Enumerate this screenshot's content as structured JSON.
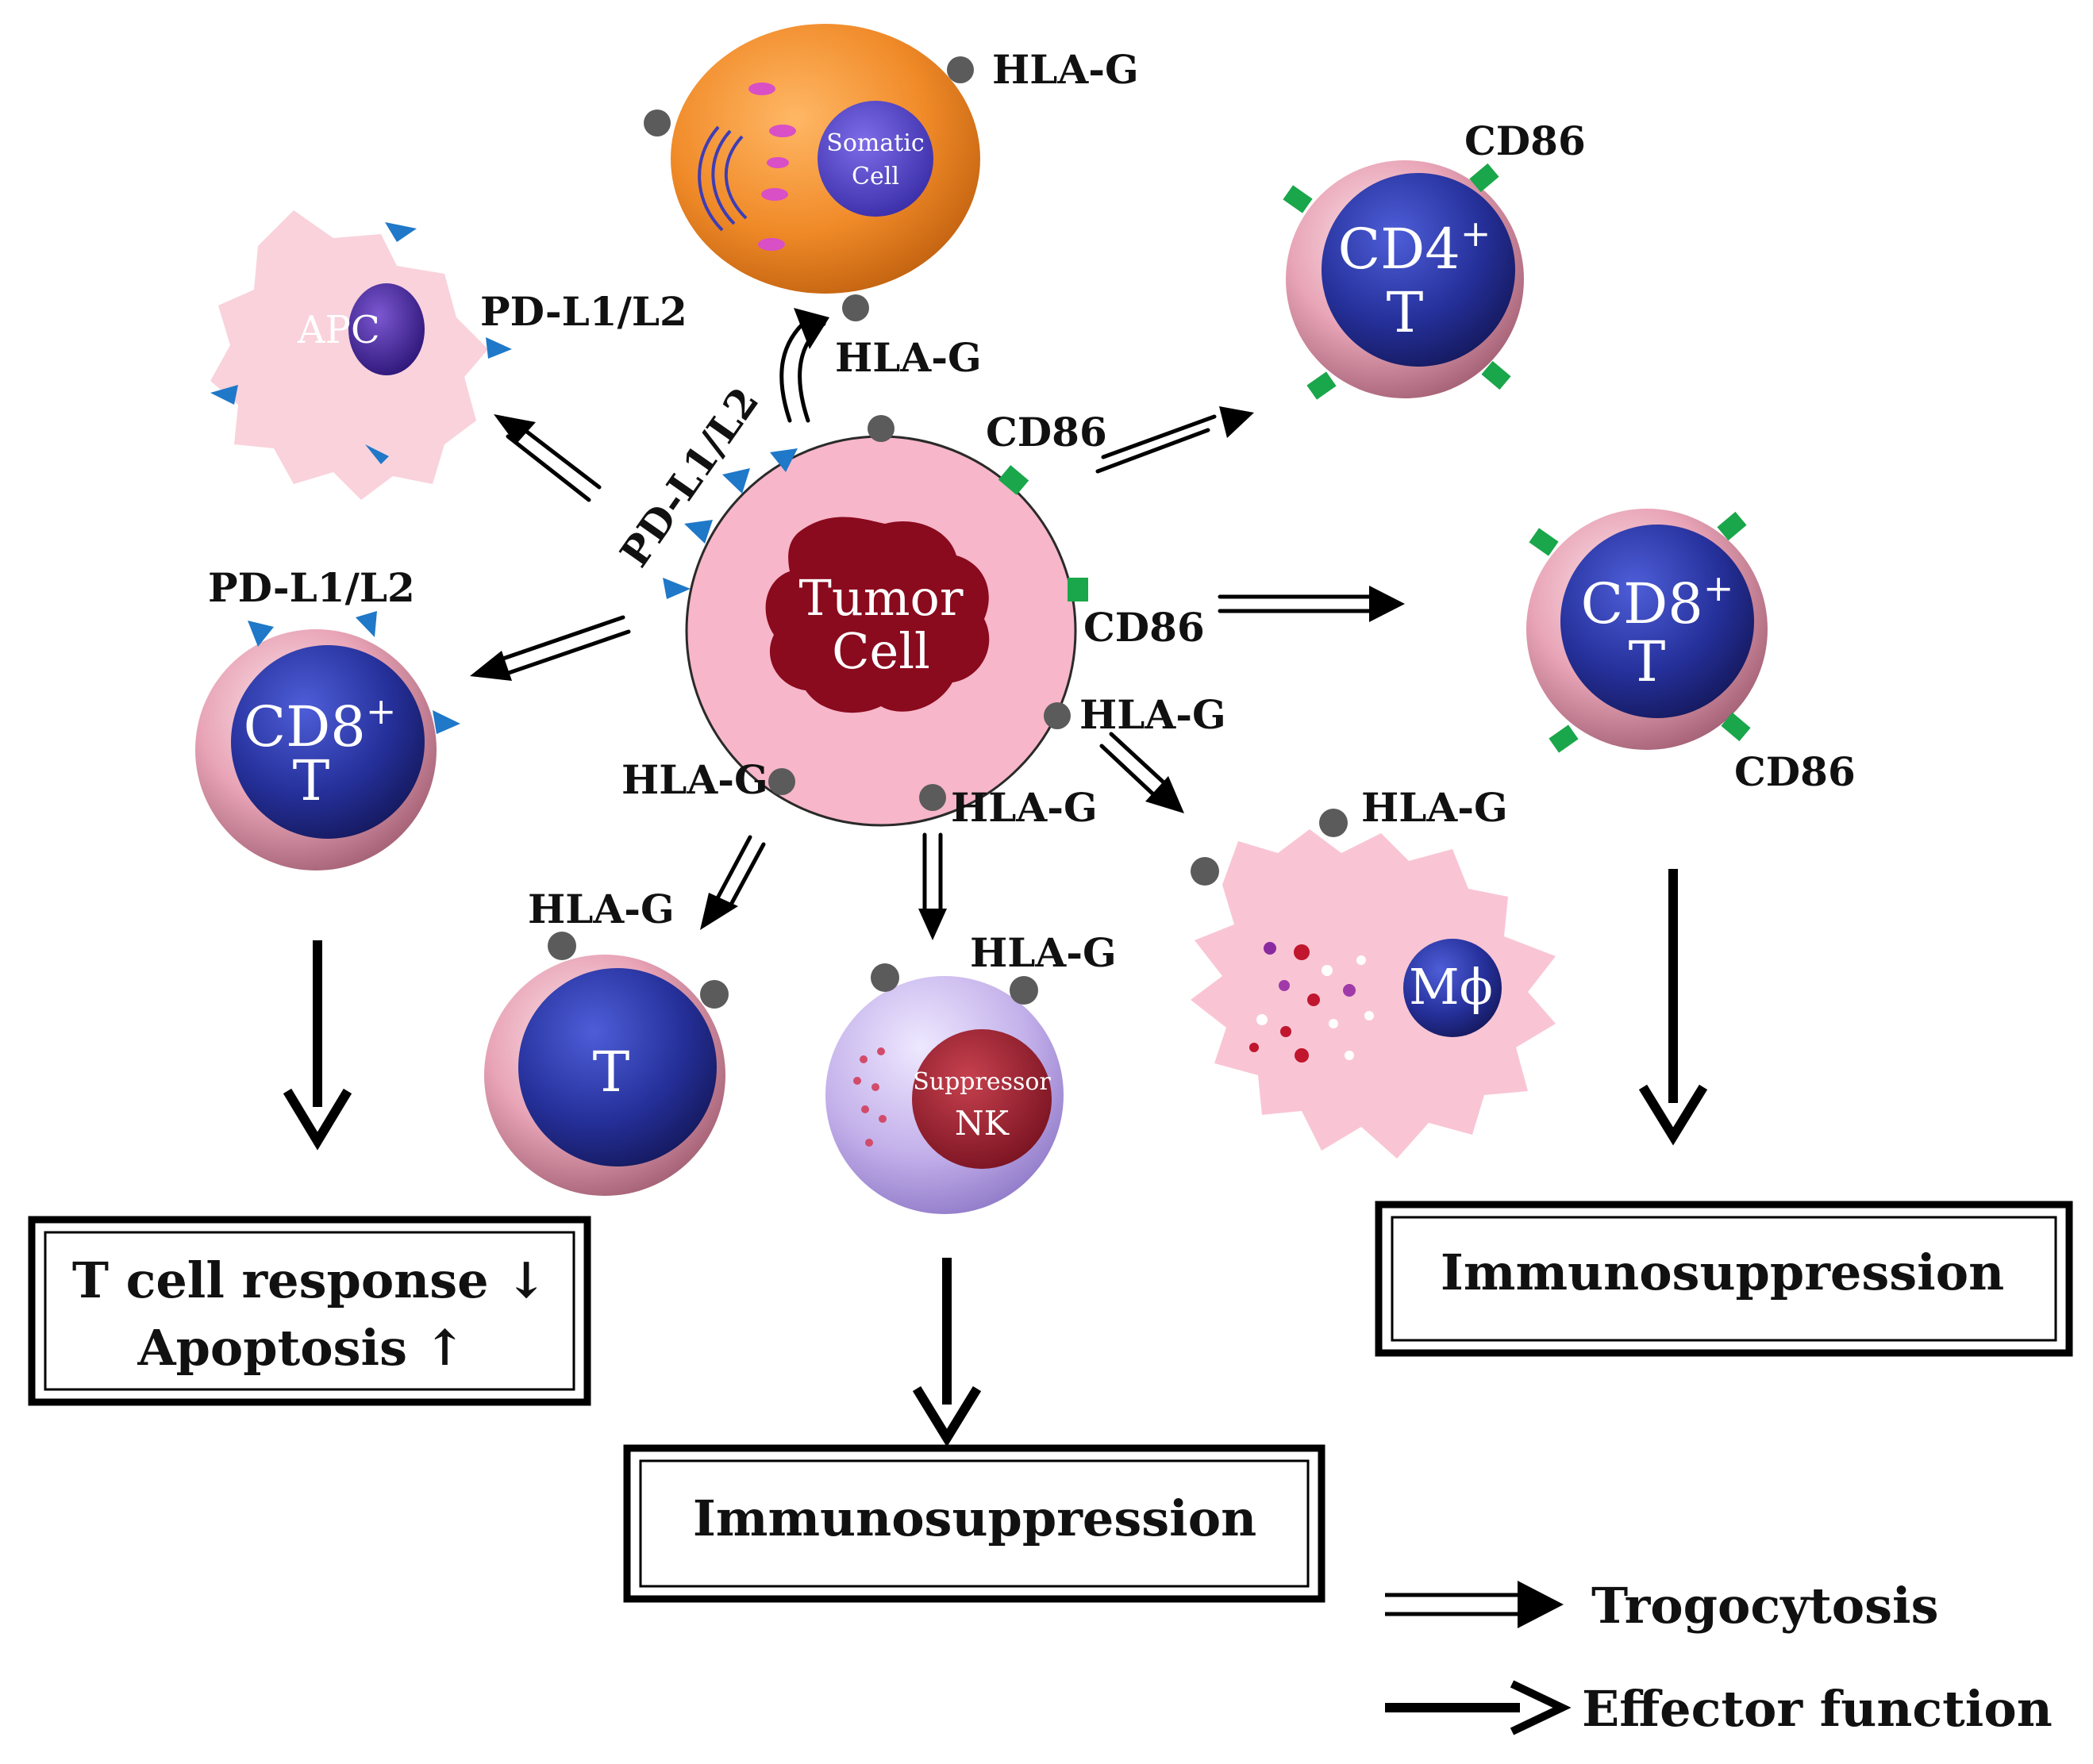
{
  "cells": {
    "tumor": {
      "line1": "Tumor",
      "line2": "Cell"
    },
    "somatic": {
      "line1": "Somatic",
      "line2": "Cell"
    },
    "apc": {
      "label": "APC"
    },
    "cd4": {
      "main": "CD4",
      "sup": "+",
      "sub": "T"
    },
    "cd8_right": {
      "main": "CD8",
      "sup": "+",
      "sub": "T"
    },
    "cd8_left": {
      "main": "CD8",
      "sup": "+",
      "sub": "T"
    },
    "t_cell": {
      "label": "T"
    },
    "nk": {
      "line1": "Suppressor",
      "line2": "NK"
    },
    "macrophage": {
      "label": "Mϕ"
    }
  },
  "molecules": {
    "hla_g": "HLA-G",
    "cd86": "CD86",
    "pdl": "PD-L1/L2"
  },
  "outcomes": {
    "left_line1": "T cell response ↓",
    "left_line2": "Apoptosis ↑",
    "center": "Immunosuppression",
    "right": "Immunosuppression"
  },
  "legend": {
    "trogocytosis": "Trogocytosis",
    "effector": "Effector function"
  },
  "colors": {
    "tumor_membrane": "#f7b6c9",
    "tumor_nucleus": "#8a0a1e",
    "t_cell_nucleus": "#23288f",
    "hla_g": "#5b5b5b",
    "cd86": "#1aa64a",
    "pdl": "#1f78c8",
    "somatic": "#f08a28",
    "apc": "#f9d2dc",
    "nk": "#c6b4ea"
  }
}
